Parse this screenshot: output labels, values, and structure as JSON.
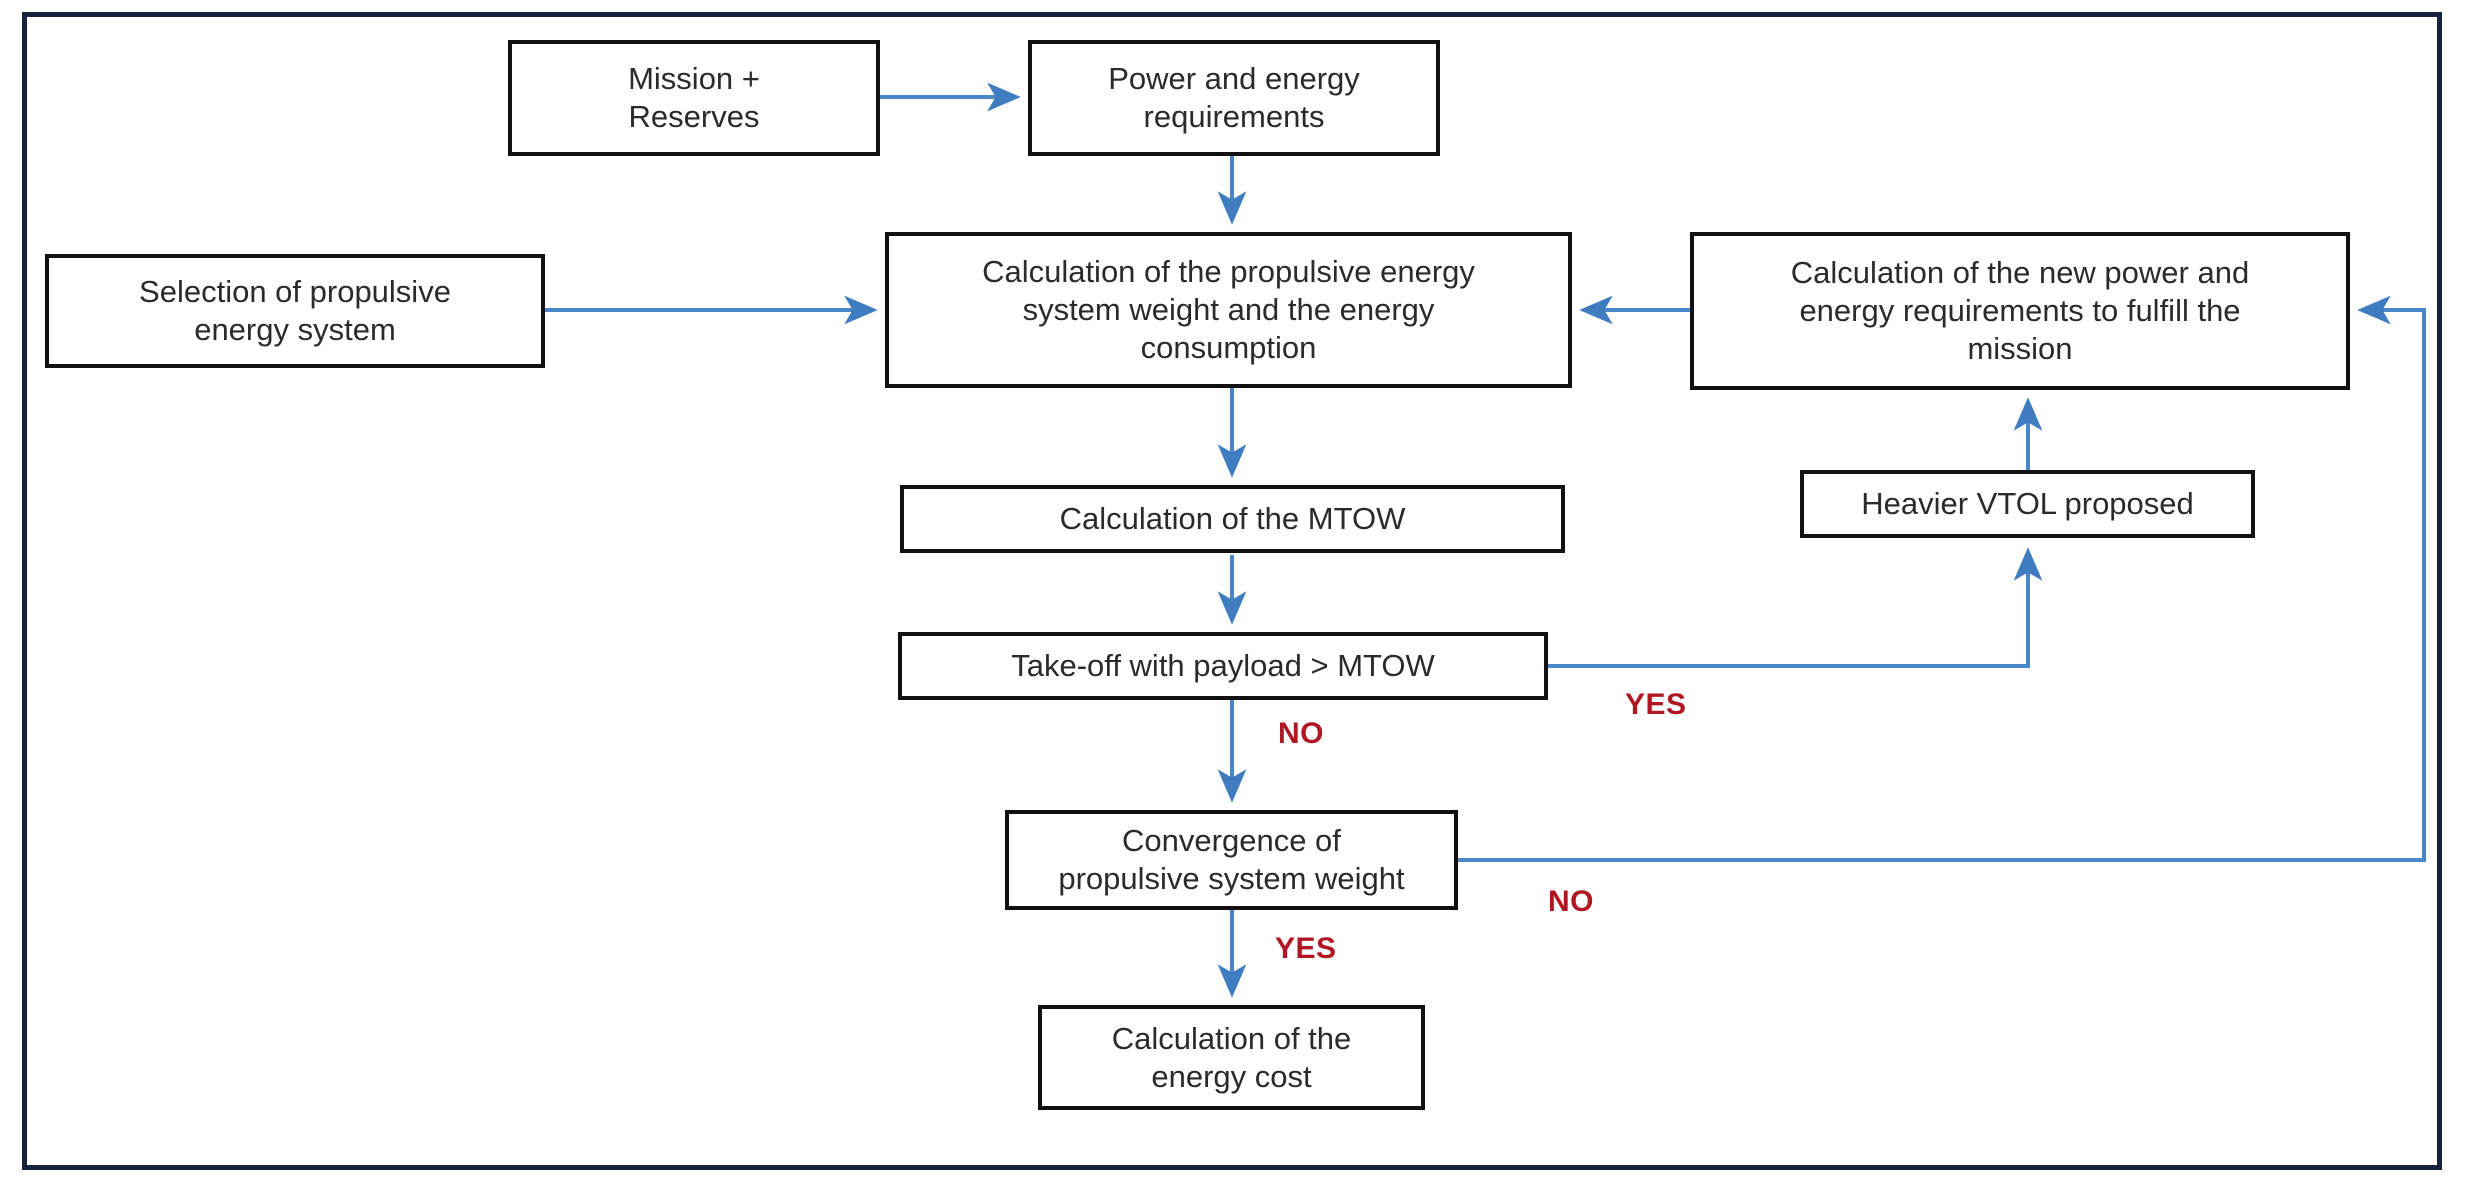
{
  "diagram": {
    "title": "VTOL propulsive energy system sizing flowchart",
    "frame_color": "#17223d",
    "box_border_color": "#111111",
    "arrow_color": "#4a86c8",
    "label_color": "#b01722",
    "nodes": [
      {
        "id": "mission",
        "label": "Mission +\nReserves",
        "line1": "Mission +",
        "line2": "Reserves",
        "line3": ""
      },
      {
        "id": "power_req",
        "label": "Power and energy\nrequirements",
        "line1": "Power and energy",
        "line2": "requirements",
        "line3": ""
      },
      {
        "id": "selection",
        "label": "Selection of propulsive\nenergy system",
        "line1": "Selection of propulsive",
        "line2": "energy system",
        "line3": ""
      },
      {
        "id": "calc_weight",
        "label": "Calculation of the propulsive energy\nsystem weight and the energy\nconsumption",
        "line1": "Calculation of the propulsive energy",
        "line2": "system weight and the energy",
        "line3": "consumption"
      },
      {
        "id": "new_power_req",
        "label": "Calculation of the new power and\nenergy requirements to fulfill the\nmission",
        "line1": "Calculation of the new power and",
        "line2": "energy requirements to fulfill the",
        "line3": "mission"
      },
      {
        "id": "calc_mtow",
        "label": "Calculation of the MTOW",
        "line1": "Calculation of the MTOW",
        "line2": "",
        "line3": ""
      },
      {
        "id": "heavier_vtol",
        "label": "Heavier VTOL proposed",
        "line1": "Heavier VTOL proposed",
        "line2": "",
        "line3": ""
      },
      {
        "id": "takeoff",
        "label": "Take-off with payload > MTOW",
        "line1": "Take-off with payload > MTOW",
        "line2": "",
        "line3": ""
      },
      {
        "id": "convergence",
        "label": "Convergence of\npropulsive system weight",
        "line1": "Convergence of",
        "line2": "propulsive system weight",
        "line3": ""
      },
      {
        "id": "energy_cost",
        "label": "Calculation of the\nenergy cost",
        "line1": "Calculation of the",
        "line2": "energy cost",
        "line3": ""
      }
    ],
    "edge_labels": [
      {
        "id": "takeoff_yes",
        "text": "YES"
      },
      {
        "id": "takeoff_no",
        "text": "NO"
      },
      {
        "id": "convergence_no",
        "text": "NO"
      },
      {
        "id": "convergence_yes",
        "text": "YES"
      }
    ]
  }
}
